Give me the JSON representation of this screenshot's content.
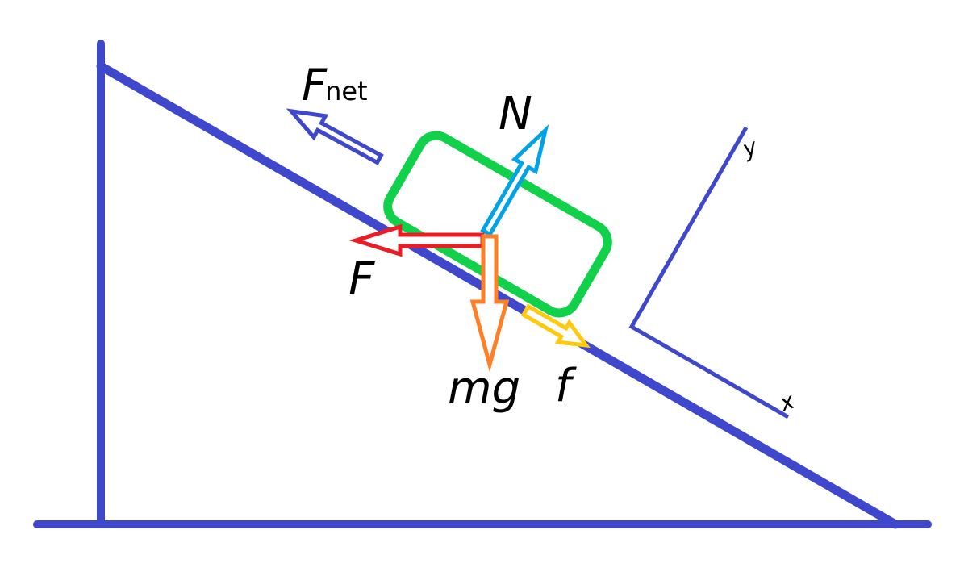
{
  "diagram": {
    "title": "Forces on a block on an inclined plane",
    "labels": {
      "fnet_main": "F",
      "fnet_sub": "net",
      "normal": "N",
      "applied": "F",
      "weight": "mg",
      "friction": "f",
      "axis_x": "x",
      "axis_y": "y"
    },
    "incline_angle_deg": 30,
    "colors": {
      "incline": "#3f48cc",
      "block": "#11d14a",
      "fnet": "#3f48cc",
      "normal": "#00a2e8",
      "applied": "#ed1c24",
      "weight": "#ff7f27",
      "friction": "#ffc90e"
    }
  }
}
